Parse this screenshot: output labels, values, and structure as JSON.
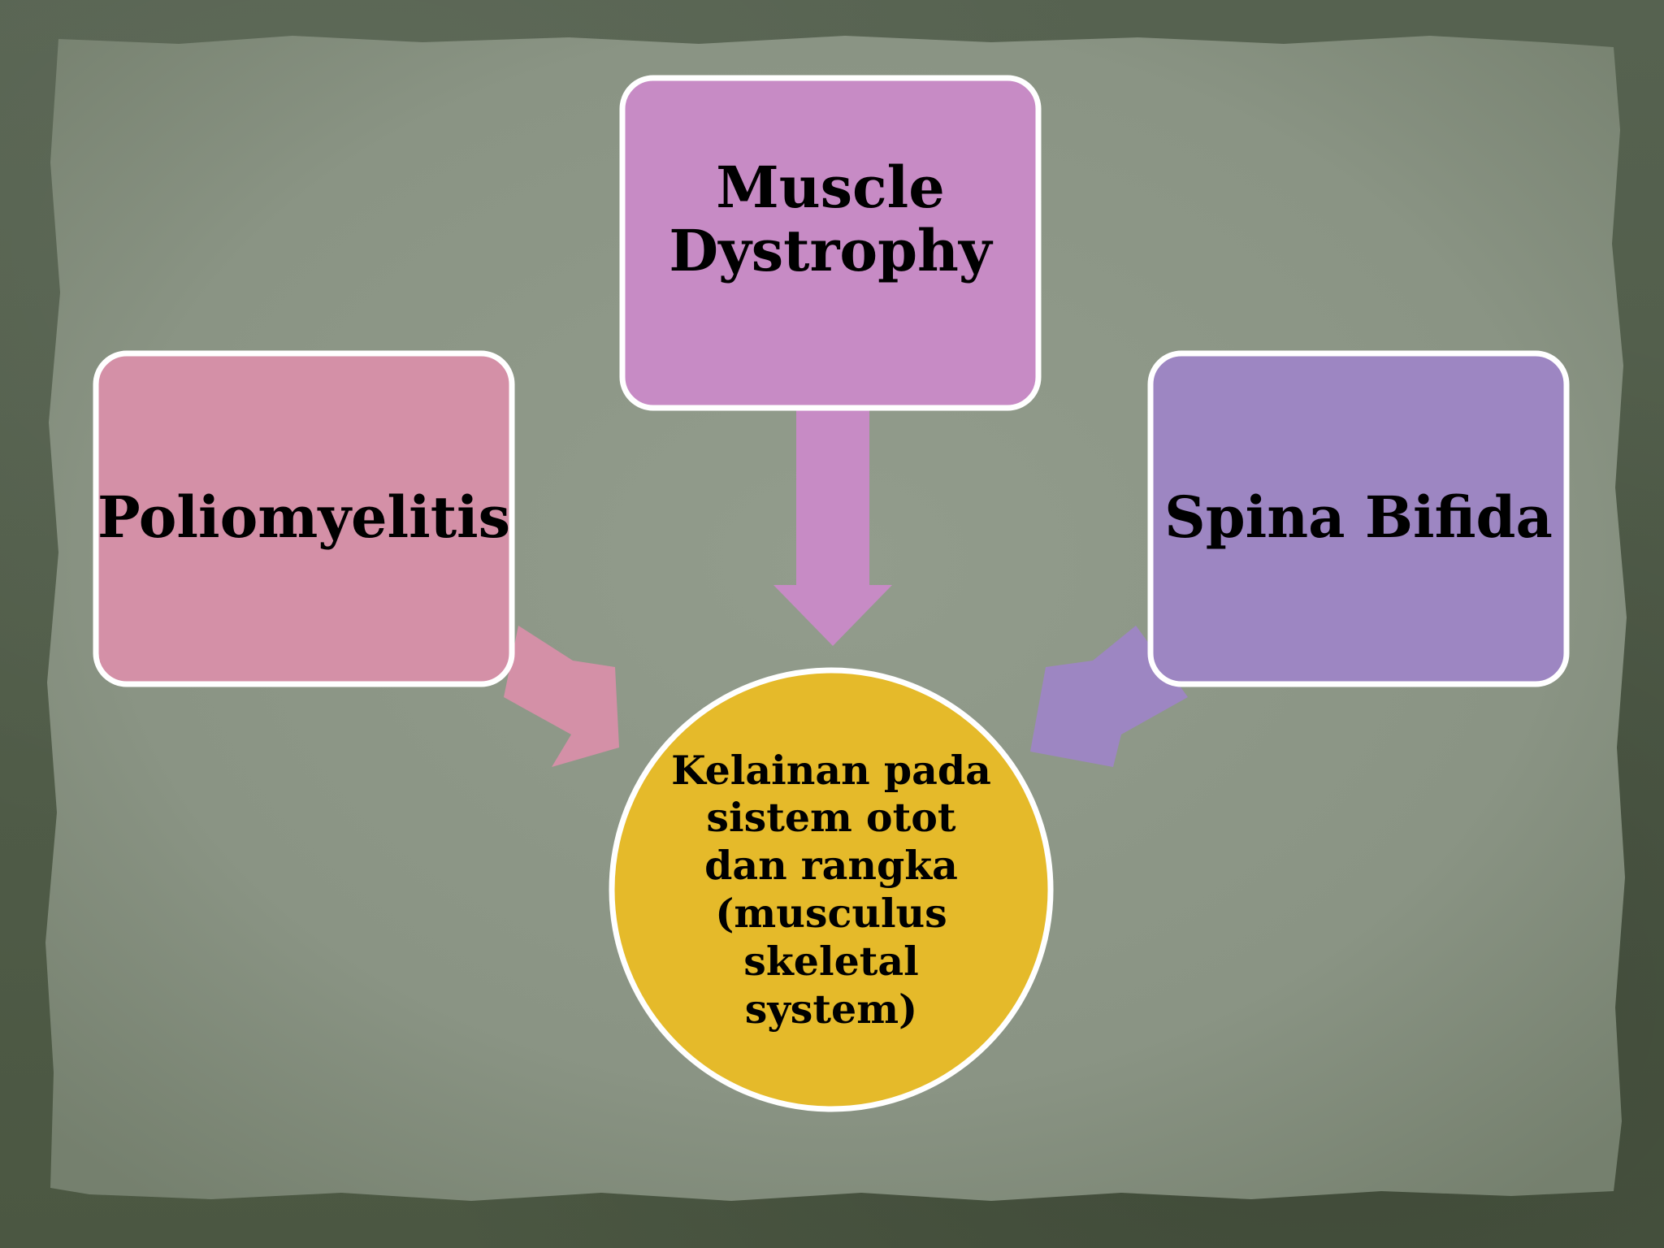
{
  "diagram": {
    "center": {
      "label": "Kelainan pada\nsistem otot\ndan rangka\n(musculus\nskeletal\nsystem)",
      "color": "#E5BA2A"
    },
    "nodes": [
      {
        "id": "muscle-dystrophy",
        "label": "Muscle\nDystrophy",
        "color": "#C78BC5"
      },
      {
        "id": "poliomyelitis",
        "label": "Poliomyelitis",
        "color": "#D490A7"
      },
      {
        "id": "spina-bifida",
        "label": "Spina Bifida",
        "color": "#9D86C2"
      }
    ],
    "edges": [
      {
        "from": "muscle-dystrophy",
        "to": "center"
      },
      {
        "from": "poliomyelitis",
        "to": "center"
      },
      {
        "from": "spina-bifida",
        "to": "center"
      }
    ],
    "colors": {
      "paper": "#8B9585",
      "paper_edge": "#6B7664",
      "frame": "#4F5B46",
      "node_border": "#FFFFFF"
    }
  }
}
